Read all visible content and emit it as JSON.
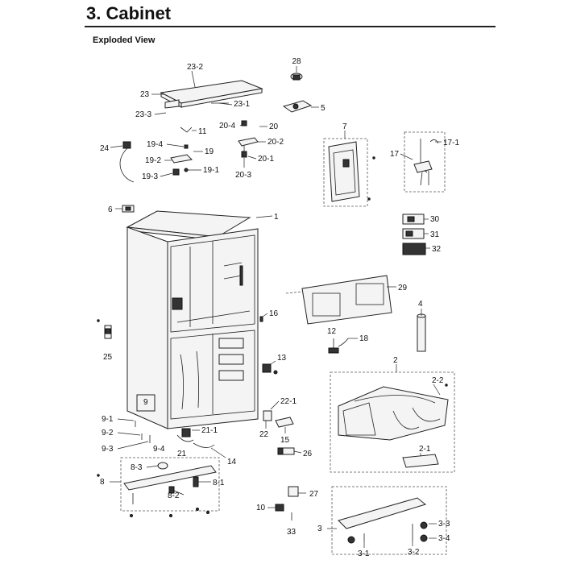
{
  "header": {
    "section_title": "3. Cabinet",
    "subtitle": "Exploded View"
  },
  "callouts": {
    "c28": "28",
    "c23_2": "23-2",
    "c23": "23",
    "c23_1": "23-1",
    "c5": "5",
    "c23_3": "23-3",
    "c20_4": "20-4",
    "c20": "20",
    "c11": "11",
    "c20_2": "20-2",
    "c19_4": "19-4",
    "c24": "24",
    "c19": "19",
    "c20_1": "20-1",
    "c19_2": "19-2",
    "c19_1": "19-1",
    "c19_3": "19-3",
    "c20_3": "20-3",
    "c7": "7",
    "c17": "17",
    "c17_1": "17-1",
    "c6": "6",
    "c1": "1",
    "c30": "30",
    "c31": "31",
    "c32": "32",
    "c29": "29",
    "c4": "4",
    "c16": "16",
    "c12": "12",
    "c18": "18",
    "c25": "25",
    "c13": "13",
    "c2": "2",
    "c2_2": "2-2",
    "c9": "9",
    "c22_1": "22-1",
    "c9_1": "9-1",
    "c22": "22",
    "c15": "15",
    "c9_2": "9-2",
    "c21_1": "21-1",
    "c2_1": "2-1",
    "c9_3": "9-3",
    "c9_4": "9-4",
    "c21": "21",
    "c26": "26",
    "c14": "14",
    "c8_3": "8-3",
    "c8": "8",
    "c8_1": "8-1",
    "c27": "27",
    "c8_2": "8-2",
    "c10": "10",
    "c3": "3",
    "c3_3": "3-3",
    "c33": "33",
    "c3_4": "3-4",
    "c3_1": "3-1",
    "c3_2": "3-2"
  }
}
